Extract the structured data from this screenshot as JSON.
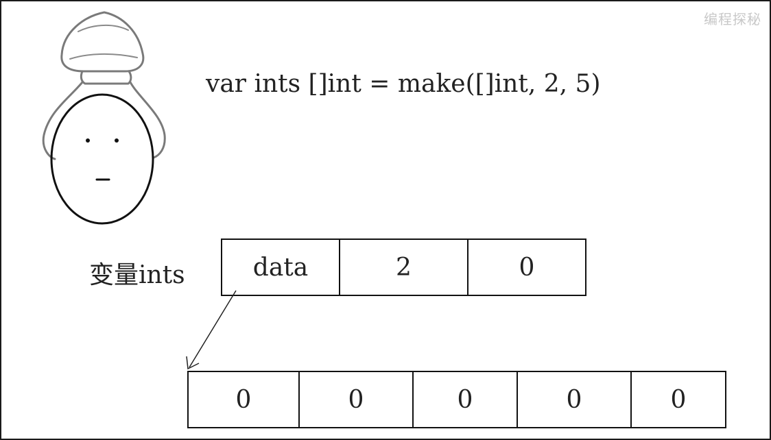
{
  "code": "var ints []int = make([]int, 2, 5)",
  "variable_label": "变量ints",
  "slice_header": {
    "cells": [
      "data",
      "2",
      "0"
    ]
  },
  "backing_array": {
    "cells": [
      "0",
      "0",
      "0",
      "0",
      "0"
    ]
  },
  "watermark": "编程探秘"
}
